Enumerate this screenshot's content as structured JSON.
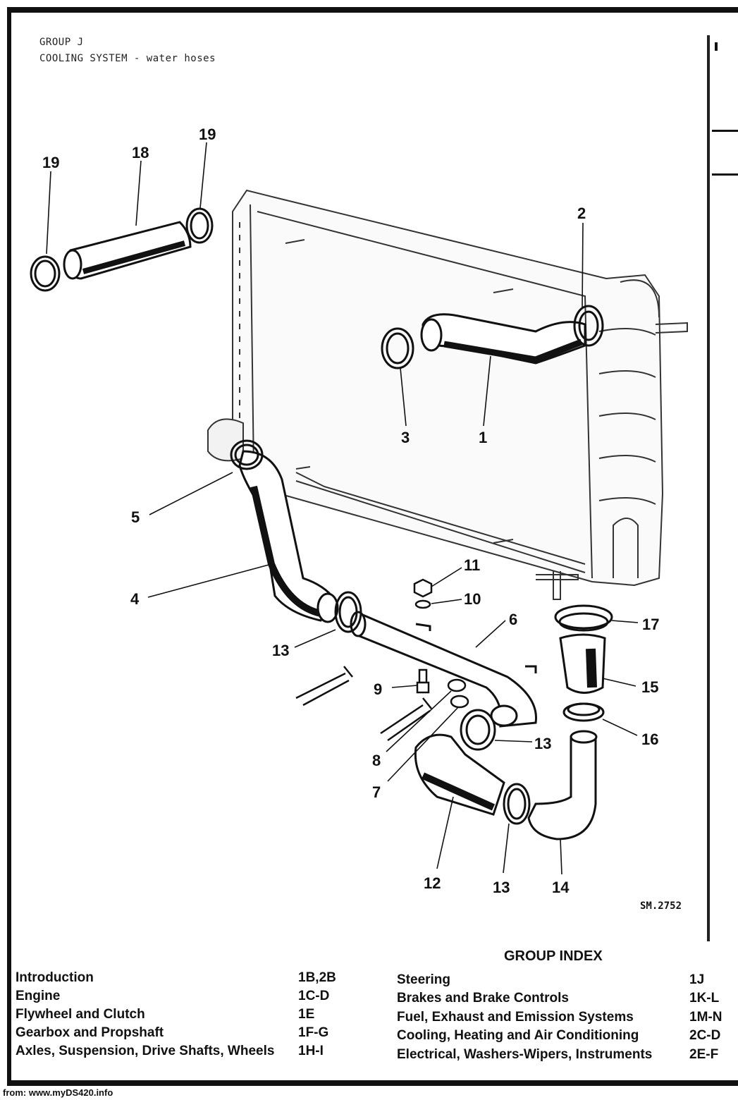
{
  "header": {
    "group": "GROUP J",
    "section": "COOLING SYSTEM - water hoses"
  },
  "diagram": {
    "callouts": [
      "19",
      "18",
      "19",
      "2",
      "3",
      "1",
      "5",
      "4",
      "11",
      "10",
      "6",
      "17",
      "13",
      "9",
      "15",
      "8",
      "16",
      "13",
      "7",
      "12",
      "13",
      "14"
    ],
    "reference": "SM.2752"
  },
  "group_index": {
    "title": "GROUP INDEX",
    "left": [
      {
        "name": "Introduction",
        "code": "1B,2B"
      },
      {
        "name": "Engine",
        "code": "1C-D"
      },
      {
        "name": "Flywheel and Clutch",
        "code": "1E"
      },
      {
        "name": "Gearbox and Propshaft",
        "code": "1F-G"
      },
      {
        "name": "Axles, Suspension, Drive Shafts, Wheels",
        "code": "1H-I"
      }
    ],
    "right": [
      {
        "name": "Steering",
        "code": "1J"
      },
      {
        "name": "Brakes and Brake Controls",
        "code": "1K-L"
      },
      {
        "name": "Fuel, Exhaust and Emission Systems",
        "code": "1M-N"
      },
      {
        "name": "Cooling, Heating and Air Conditioning",
        "code": "2C-D"
      },
      {
        "name": "Electrical, Washers-Wipers, Instruments",
        "code": "2E-F"
      }
    ]
  },
  "footer": {
    "source": "from: www.myDS420.info"
  }
}
